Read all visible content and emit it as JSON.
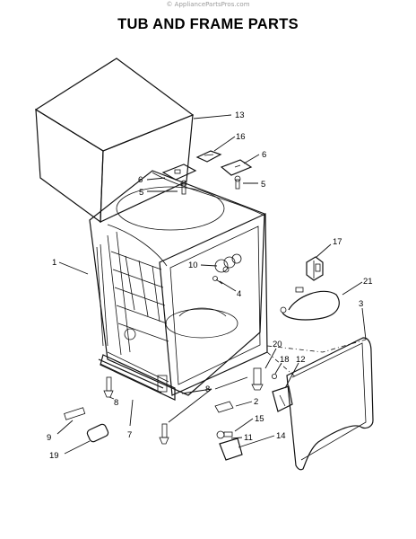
{
  "watermark": "© AppliancePartsPros.com",
  "title": "TUB AND FRAME PARTS",
  "callouts": [
    {
      "id": "c13",
      "label": "13"
    },
    {
      "id": "c16",
      "label": "16"
    },
    {
      "id": "c6a",
      "label": "6"
    },
    {
      "id": "c6b",
      "label": "6"
    },
    {
      "id": "c5a",
      "label": "5"
    },
    {
      "id": "c5b",
      "label": "5"
    },
    {
      "id": "c17",
      "label": "17"
    },
    {
      "id": "c1",
      "label": "1"
    },
    {
      "id": "c10",
      "label": "10"
    },
    {
      "id": "c4",
      "label": "4"
    },
    {
      "id": "c21",
      "label": "21"
    },
    {
      "id": "c3",
      "label": "3"
    },
    {
      "id": "c20",
      "label": "20"
    },
    {
      "id": "c18",
      "label": "18"
    },
    {
      "id": "c12",
      "label": "12"
    },
    {
      "id": "c8a",
      "label": "8"
    },
    {
      "id": "c2",
      "label": "2"
    },
    {
      "id": "c8b",
      "label": "8"
    },
    {
      "id": "c7",
      "label": "7"
    },
    {
      "id": "c9",
      "label": "9"
    },
    {
      "id": "c15",
      "label": "15"
    },
    {
      "id": "c11",
      "label": "11"
    },
    {
      "id": "c14",
      "label": "14"
    },
    {
      "id": "c19",
      "label": "19"
    }
  ]
}
